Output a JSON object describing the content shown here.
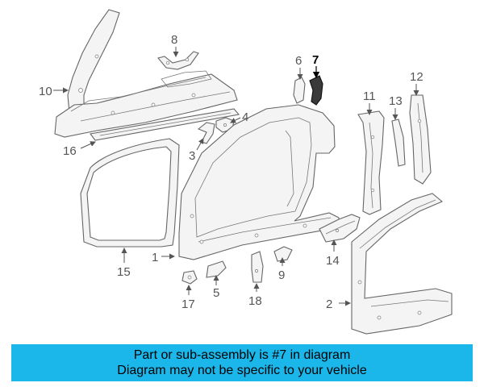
{
  "diagram": {
    "callouts": [
      "1",
      "2",
      "3",
      "4",
      "5",
      "6",
      "7",
      "8",
      "9",
      "10",
      "11",
      "12",
      "13",
      "14",
      "15",
      "16",
      "17",
      "18"
    ],
    "highlighted": "7",
    "colors": {
      "highlight": "#000000",
      "callout": "#555555",
      "banner": "#1bb6ea"
    }
  },
  "banner": {
    "line1": "Part or sub-assembly is #7 in diagram",
    "line2": "Diagram may not be specific to your vehicle"
  }
}
